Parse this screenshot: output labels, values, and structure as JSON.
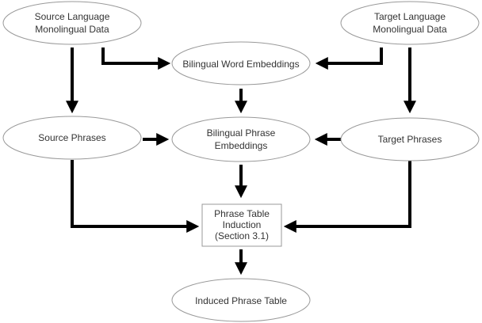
{
  "colors": {
    "edge": "#000000",
    "node_border": "#999999",
    "node_text": "#333333",
    "background": "#ffffff"
  },
  "nodes": {
    "source_data": {
      "line1": "Source Language",
      "line2": "Monolingual Data"
    },
    "target_data": {
      "line1": "Target Language",
      "line2": "Monolingual Data"
    },
    "bilingual_word_embeddings": {
      "line1": "Bilingual Word Embeddings"
    },
    "source_phrases": {
      "line1": "Source Phrases"
    },
    "bilingual_phrase_embeddings": {
      "line1": "Bilingual Phrase",
      "line2": "Embeddings"
    },
    "target_phrases": {
      "line1": "Target Phrases"
    },
    "phrase_table_induction": {
      "line1": "Phrase Table",
      "line2": "Induction",
      "line3": "(Section 3.1)"
    },
    "induced_phrase_table": {
      "line1": "Induced Phrase Table"
    }
  }
}
